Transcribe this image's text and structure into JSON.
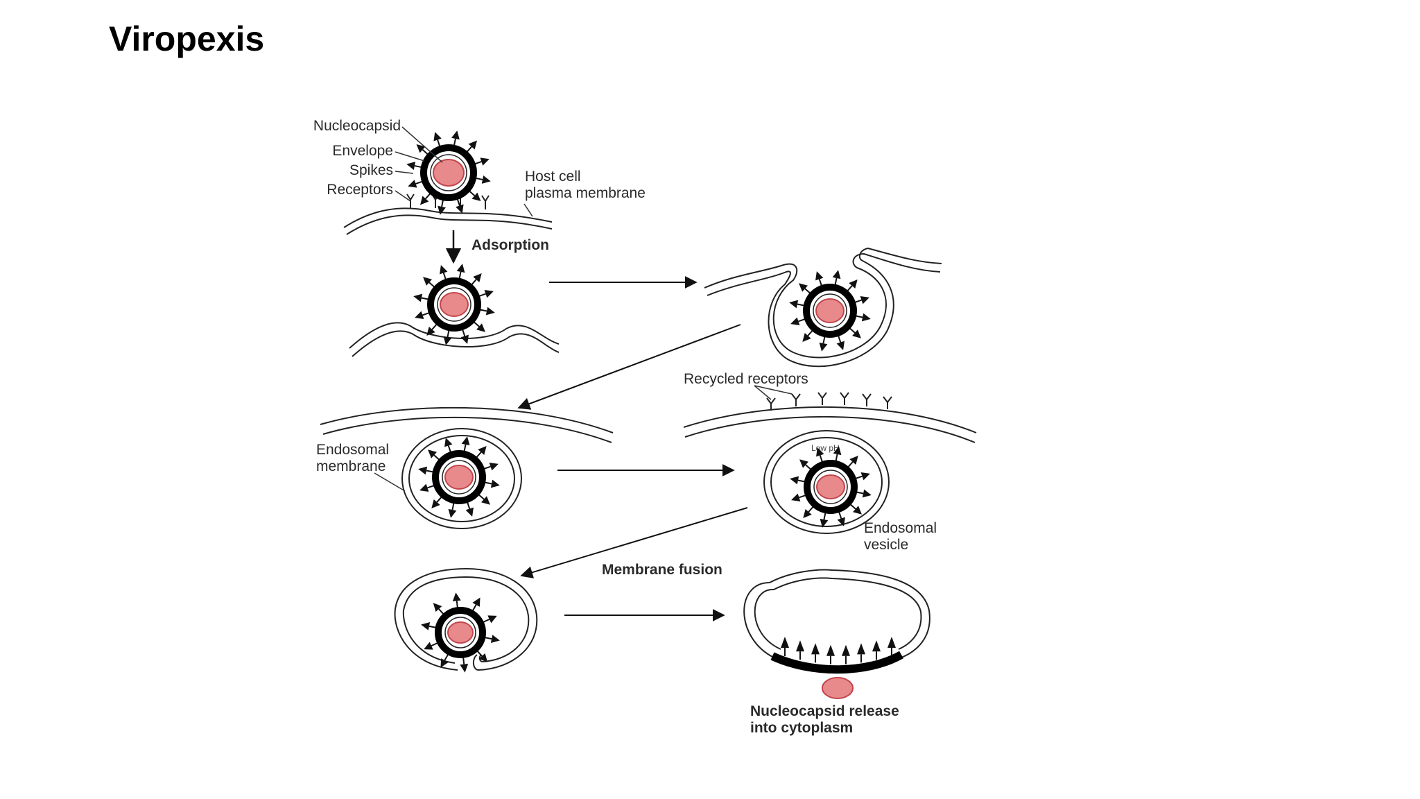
{
  "slide": {
    "title": "Viropexis"
  },
  "labels": {
    "nucleocapsid": "Nucleocapsid",
    "envelope": "Envelope",
    "spikes": "Spikes",
    "receptors": "Receptors",
    "host_cell_1": "Host cell",
    "host_cell_2": "plasma membrane",
    "adsorption": "Adsorption",
    "recycled_receptors": "Recycled receptors",
    "endosomal_membrane_1": "Endosomal",
    "endosomal_membrane_2": "membrane",
    "low_ph": "Low pH",
    "endosomal_vesicle_1": "Endosomal",
    "endosomal_vesicle_2": "vesicle",
    "membrane_fusion": "Membrane fusion",
    "release_1": "Nucleocapsid release",
    "release_2": "into cytoplasm"
  },
  "colors": {
    "nucleocapsid_fill": "#e88a8c",
    "nucleocapsid_stroke": "#c2454b",
    "line": "#111111"
  }
}
